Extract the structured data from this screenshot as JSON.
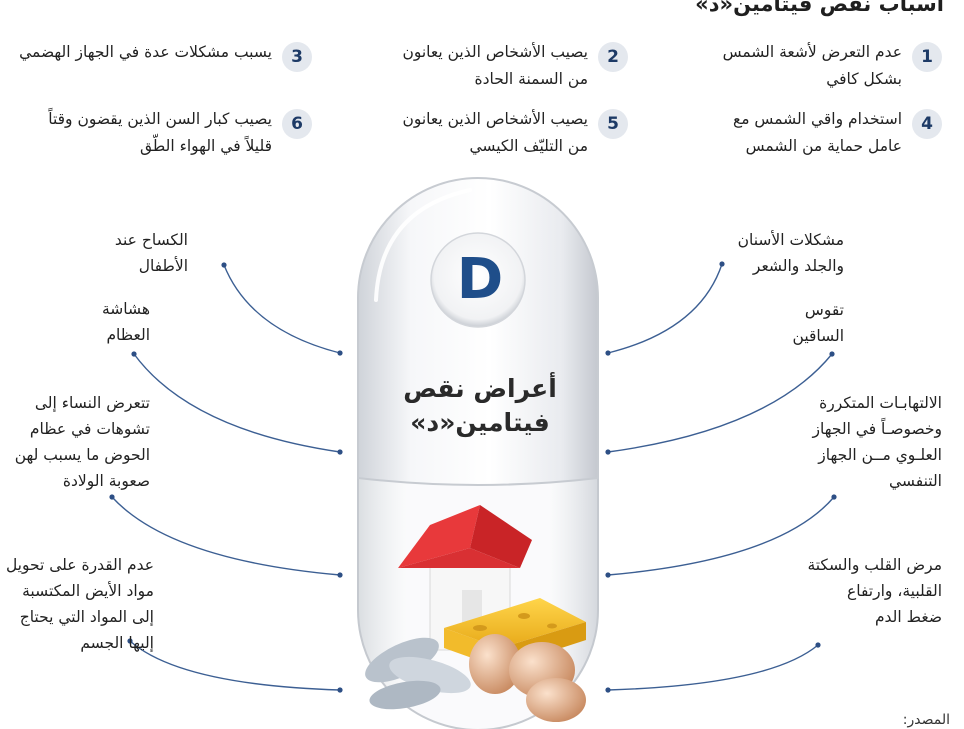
{
  "header": {
    "title": "أسباب نقص فيتامين«د»"
  },
  "causes": [
    {
      "number": "1",
      "line1": "عدم التعرض لأشعة الشمس",
      "line2": "بشكل كافي"
    },
    {
      "number": "2",
      "line1": "يصيب الأشخاص الذين يعانون",
      "line2": "من السمنة الحادة"
    },
    {
      "number": "3",
      "line1": "يسبب مشكلات عدة في الجهاز الهضمي",
      "line2": ""
    },
    {
      "number": "4",
      "line1": "استخدام واقي الشمس مع",
      "line2": "عامل حماية من الشمس"
    },
    {
      "number": "5",
      "line1": "يصيب الأشخاص الذين يعانون",
      "line2": "من التليّف الكيسي"
    },
    {
      "number": "6",
      "line1": "يصيب كبار السن الذين يقضون وقتاً",
      "line2": "قليلاً في الهواء الطّق"
    }
  ],
  "capsule": {
    "letter": "D",
    "label_line1": "أعراض نقص",
    "label_line2": "فيتامين«د»"
  },
  "symptoms_left": [
    {
      "lines": [
        "الكساح عند",
        "الأطفال"
      ]
    },
    {
      "lines": [
        "هشاشة",
        "العظام"
      ]
    },
    {
      "lines": [
        "تتعرض النساء إلى",
        "تشوهات في عظام",
        "الحوض ما يسبب لهن",
        "صعوبة الولادة"
      ]
    },
    {
      "lines": [
        "عدم القدرة على تحويل",
        "مواد الأيض المكتسبة",
        "إلى المواد التي يحتاج",
        "إليها الجسم"
      ]
    }
  ],
  "symptoms_right": [
    {
      "lines": [
        "مشكلات الأسنان",
        "والجلد والشعر"
      ]
    },
    {
      "lines": [
        "تقوس",
        "الساقين"
      ]
    },
    {
      "lines": [
        "الالتهابـات  المتكررة",
        "وخصوصـاً في الجهاز",
        "العلـوي مــن الجهاز",
        "التنفسي"
      ]
    },
    {
      "lines": [
        "مرض القلب والسكتة",
        "القلبية، وارتفاع",
        "ضغط الدم"
      ]
    }
  ],
  "footer": {
    "text": "المصدر:"
  },
  "colors": {
    "badge_bg": "#e4e8ee",
    "badge_text": "#1d3a66",
    "d_letter": "#1f4e8a",
    "connector": "#3c5f93",
    "roof": "#e8393b"
  }
}
